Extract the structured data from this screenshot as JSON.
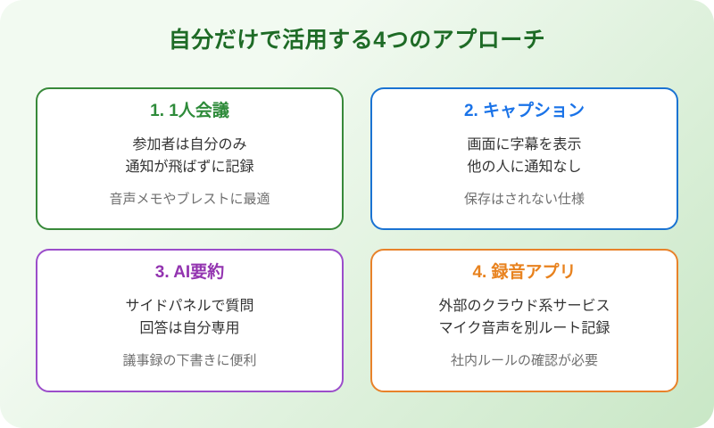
{
  "title": "自分だけで活用する4つのアプローチ",
  "title_color": "#1e6b26",
  "background": {
    "gradient_from": "#f2faf1",
    "gradient_to": "#c9e7c6"
  },
  "cards": [
    {
      "heading": "1. 1人会議",
      "accent": "#38893a",
      "heading_color": "#2e8b3a",
      "body_lines": [
        "参加者は自分のみ",
        "通知が飛ばずに記録"
      ],
      "note": "音声メモやブレストに最適"
    },
    {
      "heading": "2. キャプション",
      "accent": "#1a73d2",
      "heading_color": "#1a73e8",
      "body_lines": [
        "画面に字幕を表示",
        "他の人に通知なし"
      ],
      "note": "保存はされない仕様"
    },
    {
      "heading": "3. AI要約",
      "accent": "#9b4dca",
      "heading_color": "#9334b0",
      "body_lines": [
        "サイドパネルで質問",
        "回答は自分専用"
      ],
      "note": "議事録の下書きに便利"
    },
    {
      "heading": "4. 録音アプリ",
      "accent": "#e8822a",
      "heading_color": "#e8821e",
      "body_lines": [
        "外部のクラウド系サービス",
        "マイク音声を別ルート記録"
      ],
      "note": "社内ルールの確認が必要"
    }
  ]
}
